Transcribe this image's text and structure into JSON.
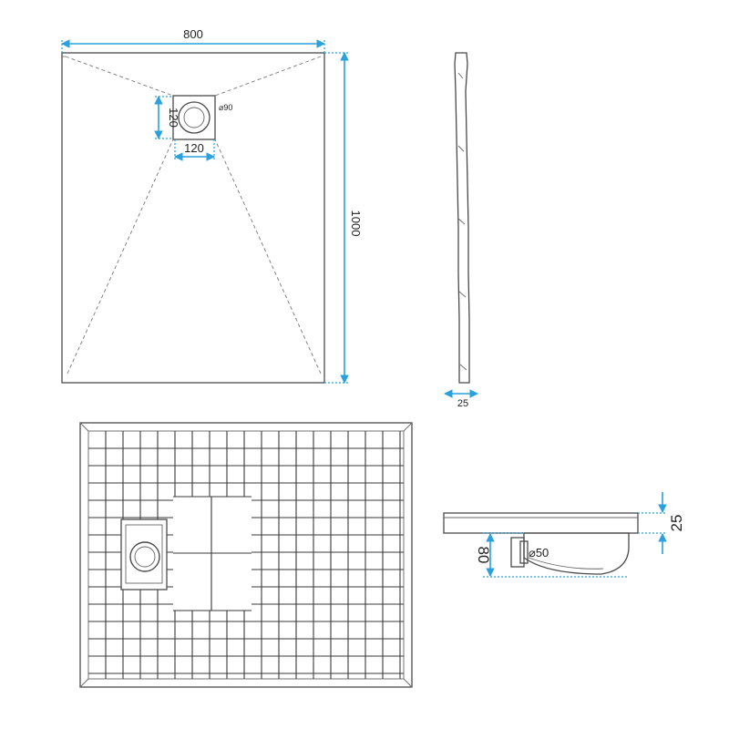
{
  "dimensions": {
    "top_width": "800",
    "top_length": "1000",
    "drain_height": "120",
    "drain_width": "120",
    "drain_diameter": "⌀90",
    "side_thickness": "25",
    "profile_thickness": "25",
    "profile_height": "80",
    "outlet_diameter": "⌀50"
  },
  "colors": {
    "dimension_line": "#2aa0dc",
    "drawing_line": "#4a4a4a"
  }
}
